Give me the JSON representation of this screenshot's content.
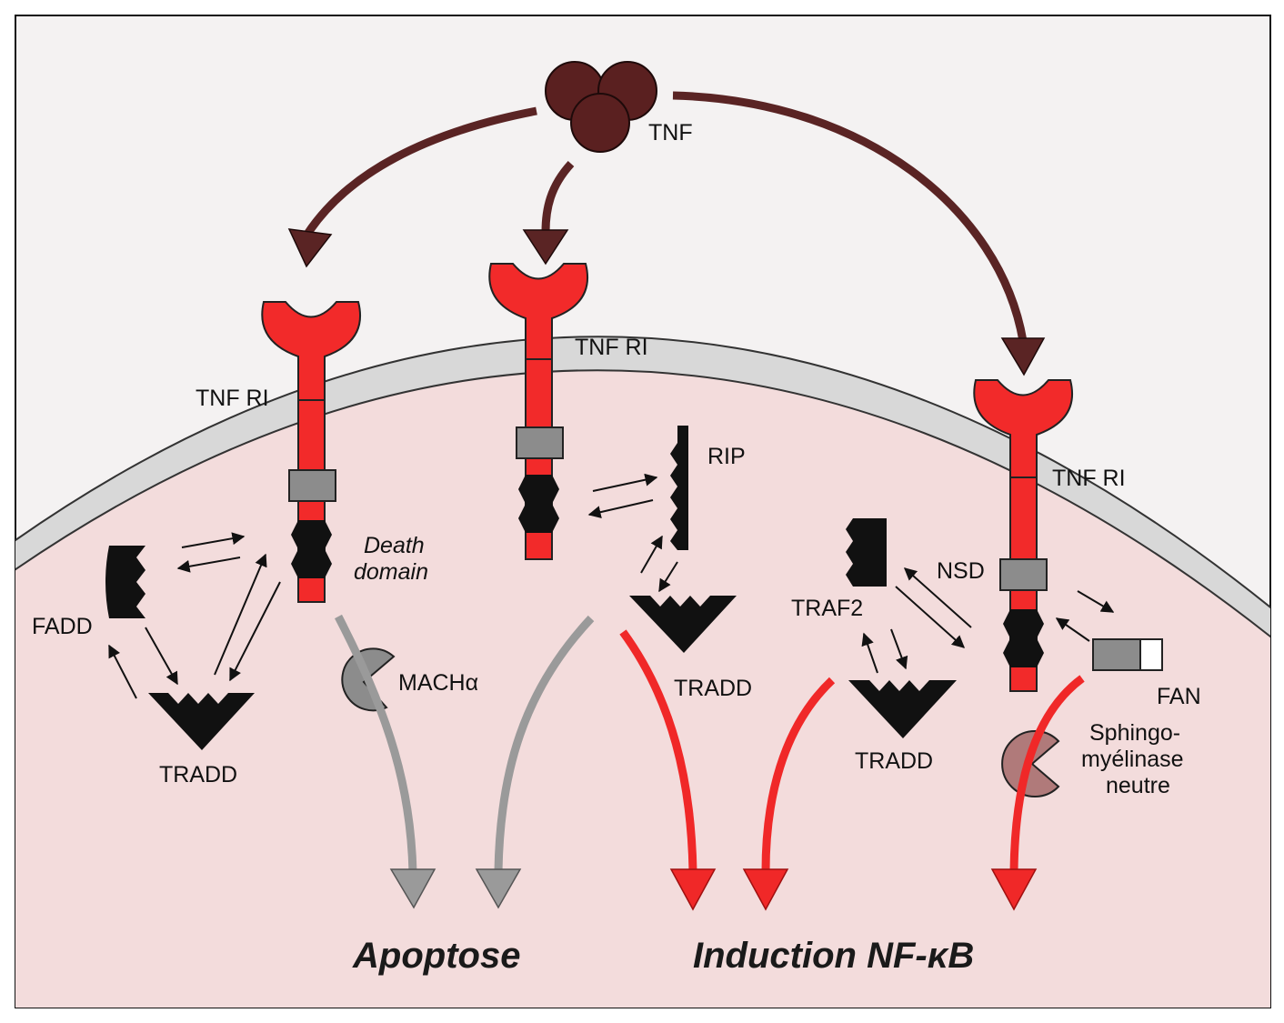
{
  "colors": {
    "background": "#f4f2f2",
    "cell": "#f3dcdc",
    "membrane": "#d8d8d8",
    "receptor": "#f22a2a",
    "tnf": "#5a2020",
    "arrow_dark": "#5a2424",
    "arrow_grey": "#9a9a9a",
    "arrow_red": "#f02828",
    "black_domain": "#111111",
    "grey_domain": "#8c8c8c",
    "sphingo": "#b07a7a"
  },
  "labels": {
    "tnf": "TNF",
    "receptor_left": "TNF RI",
    "receptor_mid": "TNF RI",
    "receptor_right": "TNF RI",
    "death_domain_line1": "Death",
    "death_domain_line2": "domain",
    "fadd": "FADD",
    "tradd_left": "TRADD",
    "tradd_mid": "TRADD",
    "tradd_right": "TRADD",
    "mach_prefix": "MACH",
    "mach_greek": "α",
    "rip": "RIP",
    "traf2": "TRAF2",
    "nsd": "NSD",
    "fan": "FAN",
    "sphingo_line1": "Sphingo-",
    "sphingo_line2": "myélinase",
    "sphingo_line3": "neutre",
    "apoptose": "Apoptose",
    "nfkb_prefix": "Induction NF-",
    "nfkb_greek": "κ",
    "nfkb_suffix": "B"
  }
}
